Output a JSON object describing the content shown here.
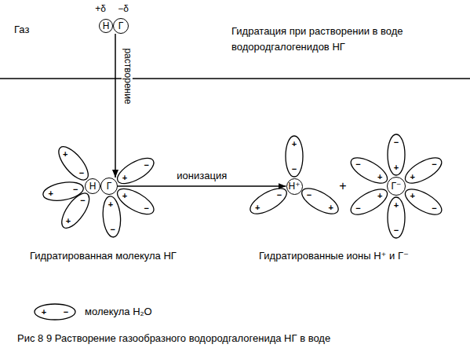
{
  "diagram": {
    "title": "Гидратация при растворении в воде водородгалогенидов НГ",
    "caption": "Рис 8 9 Растворение газообразного водородгалогенида НГ в воде",
    "nodes": [
      {
        "text": [
          "Н"
        ]
      },
      {
        "text": [
          "Г"
        ]
      },
      {
        "text": [
          "Н"
        ]
      },
      {
        "text": [
          "Г"
        ]
      },
      {
        "text": [
          "Н⁺"
        ]
      },
      {
        "text": [
          "Г⁻"
        ]
      }
    ],
    "edges": [
      {
        "from": 1,
        "to": 3,
        "label": "растворение",
        "arrow": "to"
      },
      {
        "from": 3,
        "to": 4,
        "label": "ионизация",
        "arrow": "to"
      }
    ],
    "labels": [
      "Газ",
      "+δ",
      "−δ",
      "Гидратированная молекула НГ",
      "+",
      "Гидратированные ионы Н⁺ и Г⁻",
      "−",
      "+",
      "−",
      "+",
      "−",
      "+",
      "+",
      "−",
      "+",
      "−",
      "+",
      "−",
      "−",
      "+",
      "−",
      "+",
      "−",
      "+",
      "+",
      "−",
      "+",
      "−",
      "+",
      "−",
      "+",
      "−",
      "+",
      "−",
      "+",
      "−",
      "+",
      "−"
    ],
    "legend": [
      {
        "text": "молекула Н₂О"
      }
    ]
  }
}
